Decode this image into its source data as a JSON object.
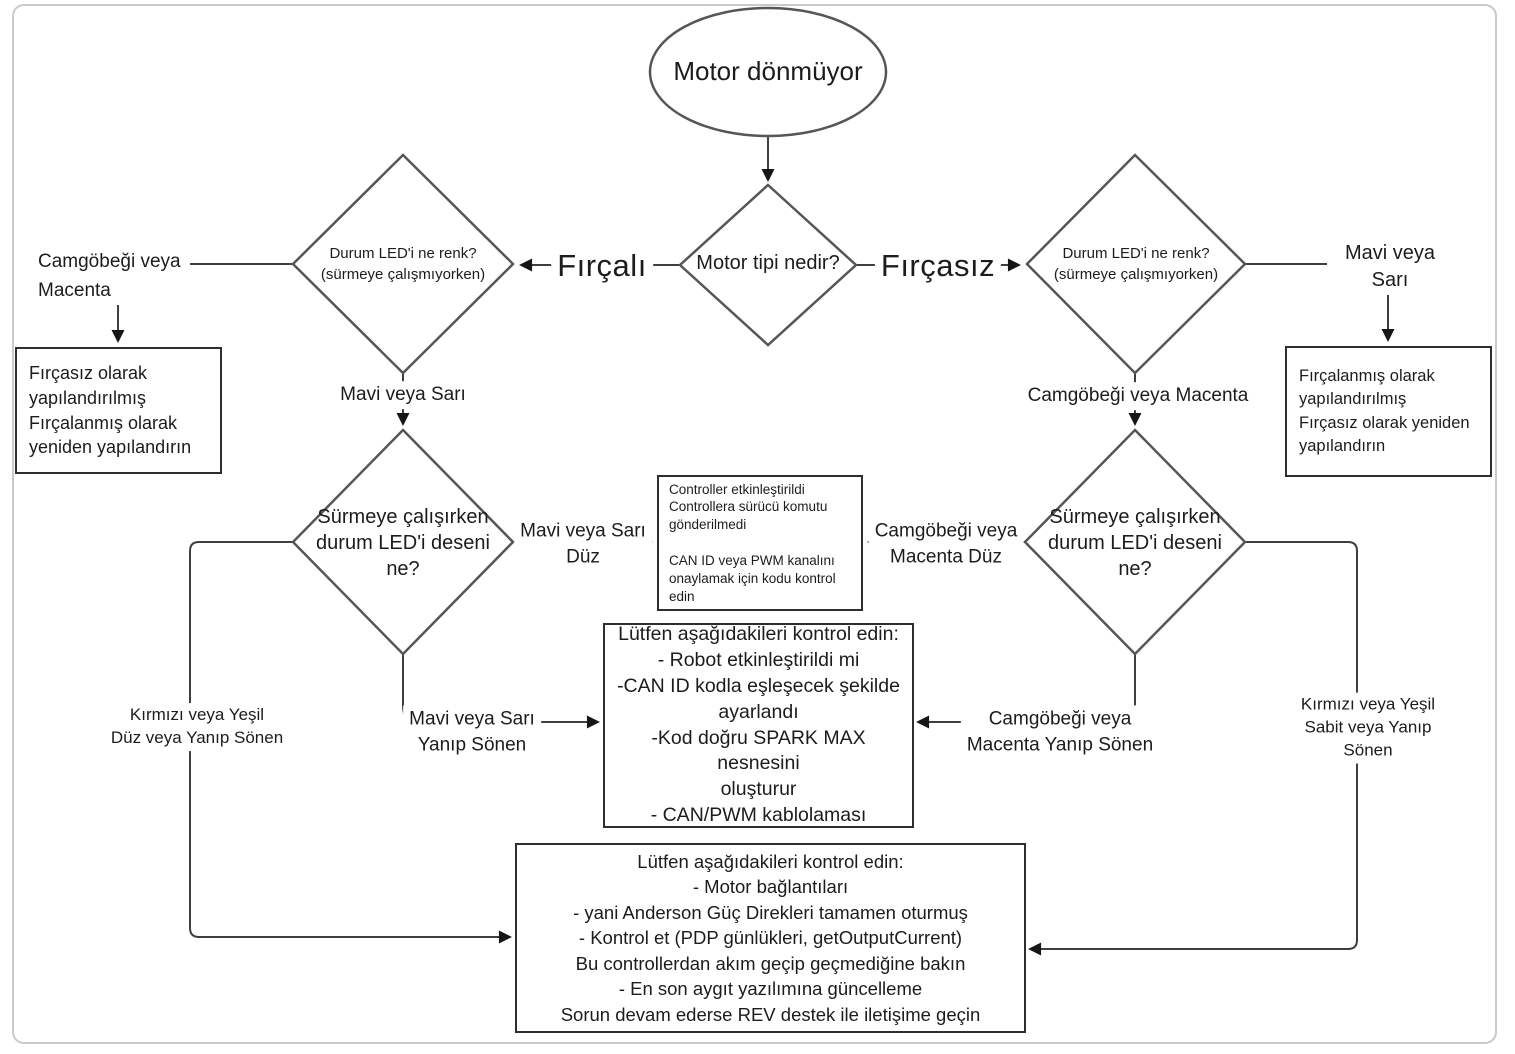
{
  "title": "Motor troubleshooting flowchart",
  "nodes": {
    "start": "Motor dönmüyor",
    "motor_type": "Motor tipi nedir?",
    "led_color_left": "Durum LED'i ne renk?\n(sürmeye çalışmıyorken)",
    "led_color_right": "Durum LED'i ne renk?\n(sürmeye çalışmıyorken)",
    "led_pattern_left": "Sürmeye çalışırken\ndurum LED'i deseni\nne?",
    "led_pattern_right": "Sürmeye çalışırken\ndurum LED'i deseni\nne?"
  },
  "boxes": {
    "reconfigure_brushed": "Fırçasız olarak\nyapılandırılmış\nFırçalanmış olarak\nyeniden yapılandırın",
    "reconfigure_brushless": "Fırçalanmış olarak\nyapılandırılmış\nFırçasız olarak yeniden\nyapılandırın",
    "controller_enabled": "Controller etkinleştirildi\nControllera sürücü komutu\ngönderilmedi\n\nCAN ID veya PWM kanalını\nonaylamak için kodu kontrol edin",
    "check_code": "Lütfen aşağıdakileri kontrol edin:\n- Robot etkinleştirildi mi\n-CAN ID kodla eşleşecek şekilde\nayarlandı\n-Kod doğru SPARK MAX nesnesini\noluşturur\n- CAN/PWM kablolaması",
    "check_hardware": "Lütfen aşağıdakileri kontrol edin:\n- Motor bağlantıları\n- yani Anderson Güç Direkleri tamamen oturmuş\n- Kontrol et (PDP günlükleri, getOutputCurrent)\nBu controllerdan akım geçip geçmediğine bakın\n- En son aygıt yazılımına güncelleme\nSorun devam ederse REV destek ile iletişime geçin"
  },
  "edge_labels": {
    "brushed": "Fırçalı",
    "brushless": "Fırçasız",
    "cyan_magenta_topleft": "Camgöbeği veya\nMacenta",
    "blue_yellow_left": "Mavi veya Sarı",
    "blue_yellow_topright": "Mavi veya Sarı",
    "cyan_magenta_right": "Camgöbeği veya Macenta",
    "blue_yellow_solid": "Mavi veya Sarı\nDüz",
    "cyan_magenta_solid": "Camgöbeği veya\nMacenta Düz",
    "blue_yellow_blinking": "Mavi veya Sarı\nYanıp Sönen",
    "cyan_magenta_blinking": "Camgöbeği veya\nMacenta Yanıp Sönen",
    "red_green_left": "Kırmızı veya Yeşil\nDüz veya Yanıp Sönen",
    "red_green_right": "Kırmızı veya Yeşil\nSabit veya Yanıp Sönen"
  },
  "colors": {
    "line": "#3f3f3f",
    "shape_stroke": "#565656",
    "box_border": "#2e2e2e",
    "arrow": "#161616",
    "canvas_border": "#c9c9c9",
    "text": "#1c1c1c",
    "background": "#ffffff"
  }
}
